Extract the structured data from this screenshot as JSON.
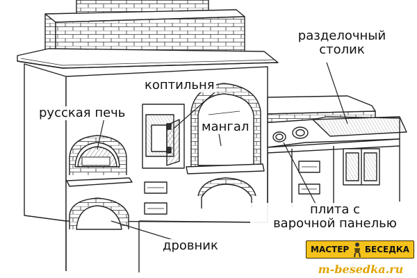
{
  "labels": {
    "russian_oven": "русская печь",
    "smokehouse": "коптильня",
    "grill": "мангал",
    "cutting_table": "разделочный\nстолик",
    "cutting_table_line1": "разделочный",
    "cutting_table_line2": "столик",
    "stove_line1": "плита с",
    "stove_line2": "варочной панелью",
    "woodshed": "дровник"
  },
  "logo": {
    "left_word": "МАСТЕР",
    "right_word": "БЕСЕДКА",
    "site": "m-besedka.ru"
  },
  "colors": {
    "logo_bg": "#f4c21a",
    "site_text": "#e1a400",
    "ink": "#222222"
  }
}
